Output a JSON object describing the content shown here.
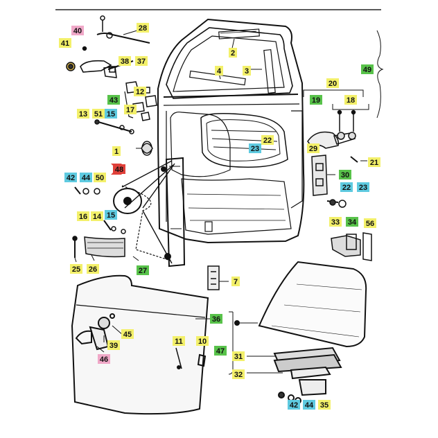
{
  "colors": {
    "yellow": "#f3f06a",
    "green": "#58c24a",
    "cyan": "#5ecae0",
    "pink": "#f0a8c8",
    "red": "#e0403a",
    "line": "#111111"
  },
  "callouts": [
    {
      "id": "40",
      "text": "40",
      "tag": "pink"
    },
    {
      "id": "28",
      "text": "28",
      "tag": "yellow"
    },
    {
      "id": "41",
      "text": "41",
      "tag": "yellow"
    },
    {
      "id": "38",
      "text": "38",
      "tag": "yellow"
    },
    {
      "id": "37",
      "text": "37",
      "tag": "yellow"
    },
    {
      "id": "2",
      "text": "2",
      "tag": "yellow"
    },
    {
      "id": "3",
      "text": "3",
      "tag": "yellow"
    },
    {
      "id": "4",
      "text": "4",
      "tag": "yellow"
    },
    {
      "id": "49",
      "text": "49",
      "tag": "green"
    },
    {
      "id": "12",
      "text": "12",
      "tag": "yellow"
    },
    {
      "id": "43",
      "text": "43",
      "tag": "green"
    },
    {
      "id": "20",
      "text": "20",
      "tag": "yellow"
    },
    {
      "id": "17",
      "text": "17",
      "tag": "yellow"
    },
    {
      "id": "19",
      "text": "19",
      "tag": "green"
    },
    {
      "id": "18",
      "text": "18",
      "tag": "yellow"
    },
    {
      "id": "13",
      "text": "13",
      "tag": "yellow"
    },
    {
      "id": "51",
      "text": "51",
      "tag": "yellow"
    },
    {
      "id": "15a",
      "text": "15",
      "tag": "cyan"
    },
    {
      "id": "1",
      "text": "1",
      "tag": "yellow"
    },
    {
      "id": "22a",
      "text": "22",
      "tag": "yellow"
    },
    {
      "id": "23a",
      "text": "23",
      "tag": "cyan"
    },
    {
      "id": "29",
      "text": "29",
      "tag": "yellow"
    },
    {
      "id": "21",
      "text": "21",
      "tag": "yellow"
    },
    {
      "id": "48",
      "text": "48",
      "tag": "red"
    },
    {
      "id": "42a",
      "text": "42",
      "tag": "cyan"
    },
    {
      "id": "44a",
      "text": "44",
      "tag": "cyan"
    },
    {
      "id": "50",
      "text": "50",
      "tag": "yellow"
    },
    {
      "id": "30",
      "text": "30",
      "tag": "green"
    },
    {
      "id": "22b",
      "text": "22",
      "tag": "cyan"
    },
    {
      "id": "23b",
      "text": "23",
      "tag": "cyan"
    },
    {
      "id": "16",
      "text": "16",
      "tag": "yellow"
    },
    {
      "id": "14",
      "text": "14",
      "tag": "yellow"
    },
    {
      "id": "15b",
      "text": "15",
      "tag": "cyan"
    },
    {
      "id": "33",
      "text": "33",
      "tag": "yellow"
    },
    {
      "id": "34",
      "text": "34",
      "tag": "green"
    },
    {
      "id": "56",
      "text": "56",
      "tag": "yellow"
    },
    {
      "id": "25",
      "text": "25",
      "tag": "yellow"
    },
    {
      "id": "26",
      "text": "26",
      "tag": "yellow"
    },
    {
      "id": "27",
      "text": "27",
      "tag": "green"
    },
    {
      "id": "7",
      "text": "7",
      "tag": "yellow"
    },
    {
      "id": "36",
      "text": "36",
      "tag": "green"
    },
    {
      "id": "45",
      "text": "45",
      "tag": "yellow"
    },
    {
      "id": "39",
      "text": "39",
      "tag": "yellow"
    },
    {
      "id": "46",
      "text": "46",
      "tag": "pink"
    },
    {
      "id": "11",
      "text": "11",
      "tag": "yellow"
    },
    {
      "id": "10",
      "text": "10",
      "tag": "yellow"
    },
    {
      "id": "47",
      "text": "47",
      "tag": "green"
    },
    {
      "id": "31",
      "text": "31",
      "tag": "yellow"
    },
    {
      "id": "32",
      "text": "32",
      "tag": "yellow"
    },
    {
      "id": "42b",
      "text": "42",
      "tag": "cyan"
    },
    {
      "id": "44b",
      "text": "44",
      "tag": "cyan"
    },
    {
      "id": "35",
      "text": "35",
      "tag": "yellow"
    }
  ]
}
